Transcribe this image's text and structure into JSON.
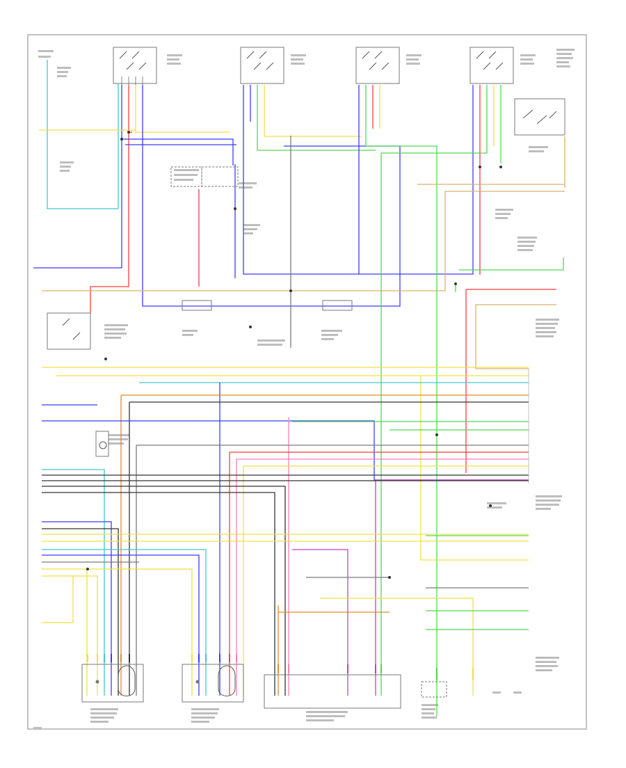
{
  "diagram": {
    "components": [
      {
        "id": "rear-left-window-switch",
        "label": "",
        "ground_label": ""
      },
      {
        "id": "front-left-window-switch",
        "label": ""
      },
      {
        "id": "front-right-window-switch",
        "label": ""
      },
      {
        "id": "rear-right-window-switch",
        "label": ""
      },
      {
        "id": "ignition-switch",
        "label": ""
      },
      {
        "id": "relay-box-left",
        "label": ""
      },
      {
        "id": "relay-box-right",
        "label": ""
      },
      {
        "id": "left-motor",
        "label": ""
      },
      {
        "id": "right-motor",
        "label": ""
      },
      {
        "id": "control-unit",
        "label": ""
      },
      {
        "id": "right-connector",
        "label": ""
      }
    ],
    "corner_mark": ""
  },
  "colors": {
    "frame": "#9a9a9a",
    "wire_red": "#ff3b3b",
    "wire_blue": "#3b3bff",
    "wire_yellow": "#f0e040",
    "wire_green": "#50d850",
    "wire_cyan": "#40c8c8",
    "wire_orange": "#e08c2a",
    "wire_gray": "#7a7a7a",
    "wire_pink": "#ff7fb0",
    "wire_purple": "#c040c0",
    "wire_tan": "#d8b070",
    "wire_black": "#333333"
  }
}
